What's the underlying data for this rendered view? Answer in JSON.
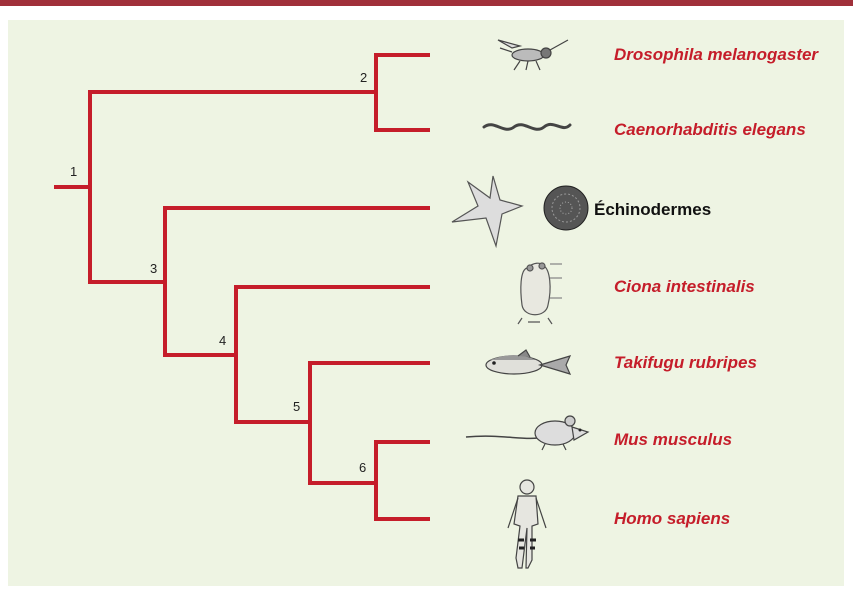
{
  "colors": {
    "branch": "#c51d2a",
    "taxon_red": "#c51d2a",
    "taxon_black": "#111111",
    "header_bar": "#a0303a",
    "panel": "#eef4e3"
  },
  "nodes": {
    "n1": "1",
    "n2": "2",
    "n3": "3",
    "n4": "4",
    "n5": "5",
    "n6": "6"
  },
  "taxa": [
    {
      "label": "Drosophila melanogaster",
      "italic": true,
      "color": "red",
      "icon": "fruit-fly-icon"
    },
    {
      "label": "Caenorhabditis elegans",
      "italic": true,
      "color": "red",
      "icon": "nematode-worm-icon"
    },
    {
      "label": "Échinodermes",
      "italic": false,
      "color": "black",
      "icon": "starfish-and-sea-urchin-icon"
    },
    {
      "label": "Ciona intestinalis",
      "italic": true,
      "color": "red",
      "icon": "sea-squirt-icon"
    },
    {
      "label": "Takifugu rubripes",
      "italic": true,
      "color": "red",
      "icon": "pufferfish-icon"
    },
    {
      "label": "Mus musculus",
      "italic": true,
      "color": "red",
      "icon": "mouse-icon"
    },
    {
      "label": "Homo sapiens",
      "italic": true,
      "color": "red",
      "icon": "human-figure-icon"
    }
  ]
}
